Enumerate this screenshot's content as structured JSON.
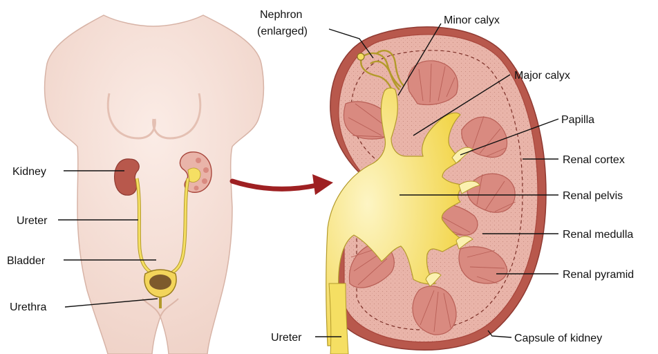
{
  "colors": {
    "skin": "#f6e2db",
    "skin_shadow": "#ecc9bd",
    "kidney_outer": "#b8584c",
    "kidney_dark": "#8f3a32",
    "cortex": "#e9b4a9",
    "pyramid": "#d98a80",
    "pyramid_line": "#b85f56",
    "pelvis": "#f5df63",
    "pelvis_light": "#fbf1b0",
    "pelvis_outline": "#b39a2a",
    "arrow": "#9e2022",
    "label": "#111111"
  },
  "labels": {
    "body": {
      "kidney": "Kidney",
      "ureter": "Ureter",
      "bladder": "Bladder",
      "urethra": "Urethra"
    },
    "section": {
      "nephron_line1": "Nephron",
      "nephron_line2": "(enlarged)",
      "minor_calyx": "Minor calyx",
      "major_calyx": "Major calyx",
      "papilla": "Papilla",
      "renal_cortex": "Renal cortex",
      "renal_pelvis": "Renal pelvis",
      "renal_medulla": "Renal medulla",
      "renal_pyramid": "Renal pyramid",
      "ureter": "Ureter",
      "capsule": "Capsule of kidney"
    }
  }
}
